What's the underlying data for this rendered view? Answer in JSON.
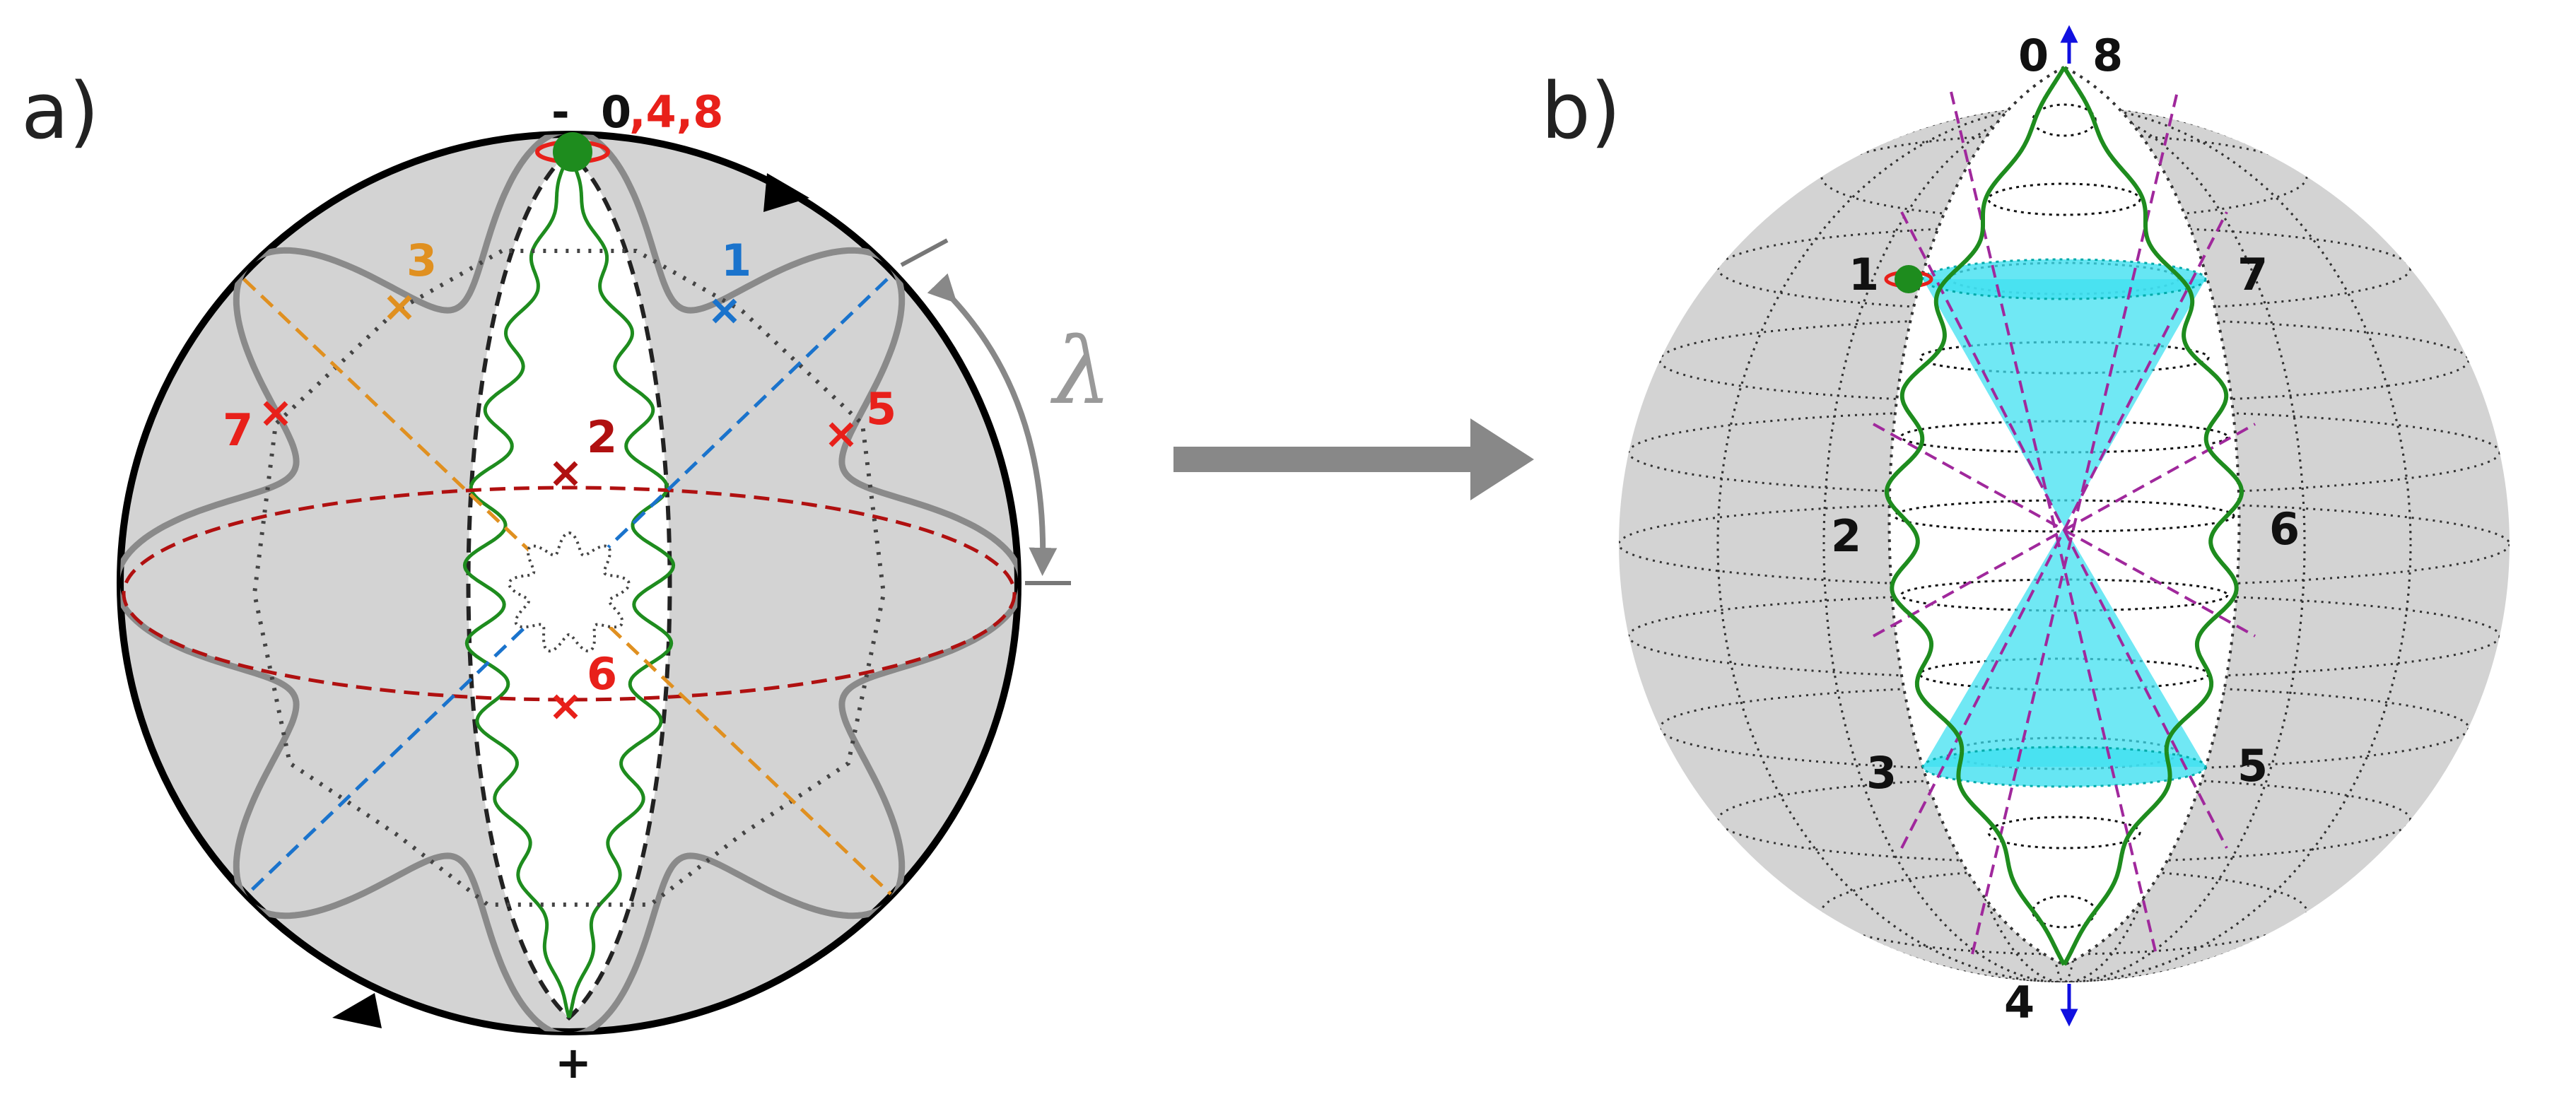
{
  "panel_a": {
    "label": "a)",
    "top_sign": "-",
    "top_zero": "0",
    "top_red": ",4,8",
    "bottom_sign": "+",
    "lambda": "λ",
    "points": {
      "p1": "1",
      "p2": "2",
      "p3": "3",
      "p5": "5",
      "p6": "6",
      "p7": "7"
    }
  },
  "panel_b": {
    "label": "b)",
    "points": {
      "p0": "0",
      "p8": "8",
      "p1": "1",
      "p7": "7",
      "p2": "2",
      "p6": "6",
      "p3": "3",
      "p5": "5",
      "p4": "4"
    }
  },
  "colors": {
    "sphere_fill": "#d3d3d3",
    "green": "#1e8c1e",
    "red": "#e8201a",
    "dark_red": "#b01010",
    "blue": "#1a73cc",
    "orange": "#e09020",
    "purple": "#a0289c",
    "cyan": "#40e0f0",
    "gray": "#888888",
    "arrow_blue": "#1010e0"
  }
}
